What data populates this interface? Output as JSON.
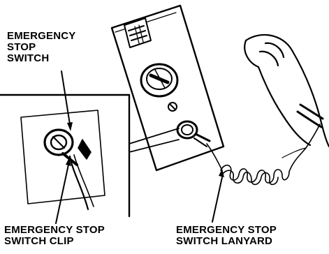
{
  "labels": {
    "switch": [
      "EMERGENCY",
      "STOP",
      "SWITCH"
    ],
    "clip": [
      "EMERGENCY STOP",
      "SWITCH CLIP"
    ],
    "lanyard": [
      "EMERGENCY STOP",
      "SWITCH LANYARD"
    ]
  }
}
